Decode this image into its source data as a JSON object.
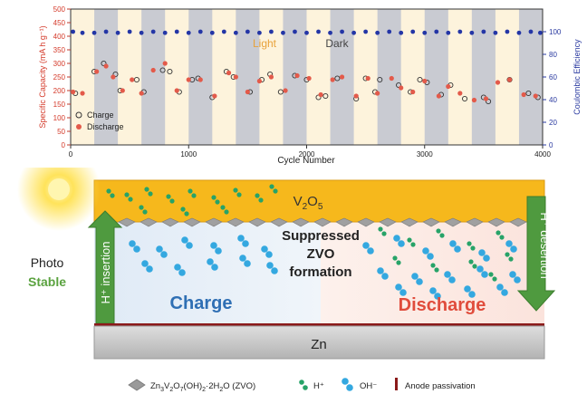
{
  "chart_data": {
    "type": "scatter",
    "xlabel": "Cycle Number",
    "ylabel": "Specific Capacity (mA h g⁻¹)",
    "y2label": "Coulombic Efficiency",
    "xlim": [
      0,
      4000
    ],
    "ylim": [
      0,
      500
    ],
    "y2lim": [
      0,
      120
    ],
    "xticks": [
      0,
      1000,
      2000,
      3000,
      4000
    ],
    "yticks": [
      0,
      50,
      100,
      150,
      200,
      250,
      300,
      350,
      400,
      450,
      500
    ],
    "y2ticks": [
      0,
      20,
      40,
      60,
      80,
      100
    ],
    "light_dark_period": 200,
    "light_label": "Light",
    "dark_label": "Dark",
    "legend": [
      "Charge",
      "Discharge"
    ],
    "legend_position": "bottom-left",
    "series": [
      {
        "name": "Charge",
        "marker": "open-circle",
        "points": [
          [
            40,
            190
          ],
          [
            200,
            270
          ],
          [
            280,
            300
          ],
          [
            380,
            260
          ],
          [
            420,
            200
          ],
          [
            560,
            240
          ],
          [
            620,
            195
          ],
          [
            780,
            275
          ],
          [
            840,
            270
          ],
          [
            920,
            195
          ],
          [
            1030,
            240
          ],
          [
            1080,
            245
          ],
          [
            1200,
            175
          ],
          [
            1320,
            270
          ],
          [
            1380,
            250
          ],
          [
            1520,
            195
          ],
          [
            1620,
            240
          ],
          [
            1690,
            260
          ],
          [
            1780,
            195
          ],
          [
            1900,
            255
          ],
          [
            2000,
            240
          ],
          [
            2100,
            175
          ],
          [
            2160,
            180
          ],
          [
            2260,
            245
          ],
          [
            2420,
            170
          ],
          [
            2500,
            245
          ],
          [
            2580,
            195
          ],
          [
            2620,
            240
          ],
          [
            2780,
            220
          ],
          [
            2880,
            195
          ],
          [
            2960,
            240
          ],
          [
            3020,
            230
          ],
          [
            3140,
            185
          ],
          [
            3220,
            220
          ],
          [
            3340,
            170
          ],
          [
            3500,
            175
          ],
          [
            3540,
            160
          ],
          [
            3720,
            240
          ],
          [
            3880,
            190
          ],
          [
            3960,
            175
          ]
        ]
      },
      {
        "name": "Discharge",
        "marker": "filled-circle",
        "points": [
          [
            20,
            195
          ],
          [
            100,
            190
          ],
          [
            220,
            270
          ],
          [
            300,
            290
          ],
          [
            360,
            250
          ],
          [
            440,
            200
          ],
          [
            520,
            240
          ],
          [
            600,
            190
          ],
          [
            700,
            275
          ],
          [
            800,
            300
          ],
          [
            900,
            200
          ],
          [
            1000,
            240
          ],
          [
            1100,
            240
          ],
          [
            1220,
            180
          ],
          [
            1340,
            265
          ],
          [
            1400,
            250
          ],
          [
            1500,
            195
          ],
          [
            1600,
            235
          ],
          [
            1700,
            250
          ],
          [
            1820,
            200
          ],
          [
            1920,
            255
          ],
          [
            2020,
            245
          ],
          [
            2120,
            185
          ],
          [
            2220,
            240
          ],
          [
            2300,
            250
          ],
          [
            2420,
            180
          ],
          [
            2520,
            245
          ],
          [
            2600,
            190
          ],
          [
            2720,
            245
          ],
          [
            2800,
            210
          ],
          [
            2900,
            195
          ],
          [
            3000,
            235
          ],
          [
            3120,
            180
          ],
          [
            3200,
            215
          ],
          [
            3300,
            190
          ],
          [
            3420,
            165
          ],
          [
            3520,
            170
          ],
          [
            3620,
            230
          ],
          [
            3720,
            240
          ],
          [
            3840,
            185
          ],
          [
            3940,
            180
          ]
        ]
      },
      {
        "name": "Coulombic Efficiency",
        "marker": "filled-circle-blue",
        "y_axis": "right",
        "points": [
          [
            20,
            100
          ],
          [
            100,
            99
          ],
          [
            200,
            99
          ],
          [
            300,
            100
          ],
          [
            400,
            99
          ],
          [
            500,
            100
          ],
          [
            600,
            99
          ],
          [
            700,
            100
          ],
          [
            800,
            99
          ],
          [
            900,
            100
          ],
          [
            1000,
            99
          ],
          [
            1100,
            100
          ],
          [
            1200,
            99
          ],
          [
            1300,
            100
          ],
          [
            1400,
            99
          ],
          [
            1500,
            100
          ],
          [
            1600,
            99
          ],
          [
            1700,
            100
          ],
          [
            1800,
            99
          ],
          [
            1900,
            100
          ],
          [
            2000,
            99
          ],
          [
            2100,
            100
          ],
          [
            2200,
            99
          ],
          [
            2300,
            100
          ],
          [
            2400,
            99
          ],
          [
            2500,
            100
          ],
          [
            2600,
            99
          ],
          [
            2700,
            100
          ],
          [
            2800,
            99
          ],
          [
            2900,
            100
          ],
          [
            3000,
            99
          ],
          [
            3100,
            100
          ],
          [
            3200,
            99
          ],
          [
            3300,
            100
          ],
          [
            3400,
            99
          ],
          [
            3500,
            100
          ],
          [
            3600,
            99
          ],
          [
            3700,
            100
          ],
          [
            3800,
            99
          ],
          [
            3900,
            100
          ],
          [
            3980,
            99
          ]
        ]
      }
    ]
  },
  "diagram": {
    "top_layer": {
      "prefix": "V",
      "sub1": "2",
      "mid": "O",
      "sub2": "5"
    },
    "left_arrow": "H⁺ insertion",
    "right_arrow": "H⁺ desertion",
    "photo_label": "Photo",
    "stable_label": "Stable",
    "center_text": [
      "Suppressed",
      "ZVO",
      "formation"
    ],
    "charge_label": "Charge",
    "discharge_label": "Discharge",
    "bottom_layer": "Zn",
    "colors": {
      "vo_layer": "#f6b81c",
      "charge_bg": "#e6f0f8",
      "discharge_bg": "#fbe9e4",
      "arrow": "#4f9a3f",
      "charge_text": "#2f6fb4",
      "discharge_text": "#e04c3c",
      "stable_text": "#5aa23f",
      "passivation": "#8b1a1a",
      "zn": "#c6c6c6"
    },
    "legend": {
      "zvo": {
        "parts": [
          {
            "t": "Zn"
          },
          {
            "t": "3",
            "s": true
          },
          {
            "t": "V"
          },
          {
            "t": "2",
            "s": true
          },
          {
            "t": "O"
          },
          {
            "t": "7",
            "s": true
          },
          {
            "t": "(OH)"
          },
          {
            "t": "2",
            "s": true
          },
          {
            "t": "·2H"
          },
          {
            "t": "2",
            "s": true
          },
          {
            "t": "O (ZVO)"
          }
        ]
      },
      "h_plus": "H⁺",
      "oh_minus": "OH⁻",
      "passivation": "Anode passivation"
    }
  }
}
